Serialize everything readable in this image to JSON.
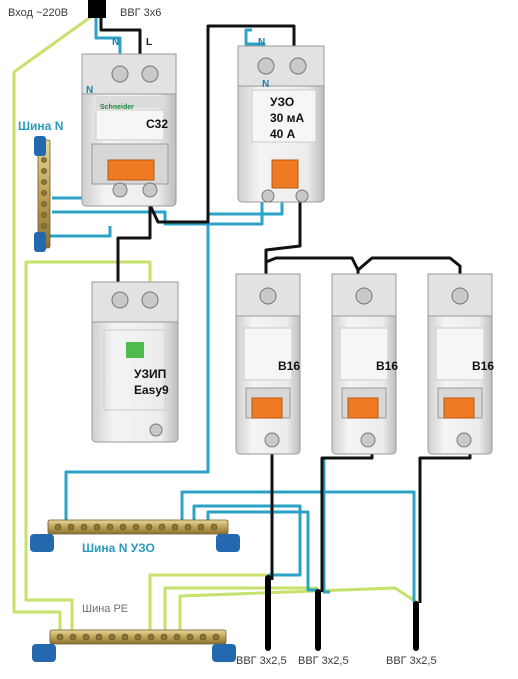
{
  "labels": {
    "input_power": "Вход ~220В",
    "input_cable": "ВВГ 3х6",
    "bus_n": "Шина N",
    "bus_n_rcd": "Шина N УЗО",
    "bus_pe": "Шина PE",
    "out_cable_1": "ВВГ 3х2,5",
    "out_cable_2": "ВВГ 3х2,5",
    "out_cable_3": "ВВГ 3х2,5"
  },
  "terminals": {
    "main_n": "N",
    "main_l": "L",
    "main_n_side": "N",
    "rcd_n": "N",
    "rcd_n_side": "N"
  },
  "devices": {
    "main_breaker": {
      "brand": "Schneider",
      "rating": "C32"
    },
    "rcd": {
      "line1": "УЗО",
      "line2": "30 мА",
      "line3": "40 А"
    },
    "spd": {
      "line1": "УЗИП",
      "line2": "Easy9"
    },
    "breakers": [
      {
        "rating": "B16"
      },
      {
        "rating": "B16"
      },
      {
        "rating": "B16"
      }
    ]
  },
  "colors": {
    "wire_neutral": "#2ba3c6",
    "wire_earth": "#c6e26a",
    "wire_phase": "#111111",
    "handle_orange": "#f07a22",
    "device_body": "#e9e9e9",
    "bus_blue": "#2468b0",
    "label_blue": "#2a9bbd"
  }
}
